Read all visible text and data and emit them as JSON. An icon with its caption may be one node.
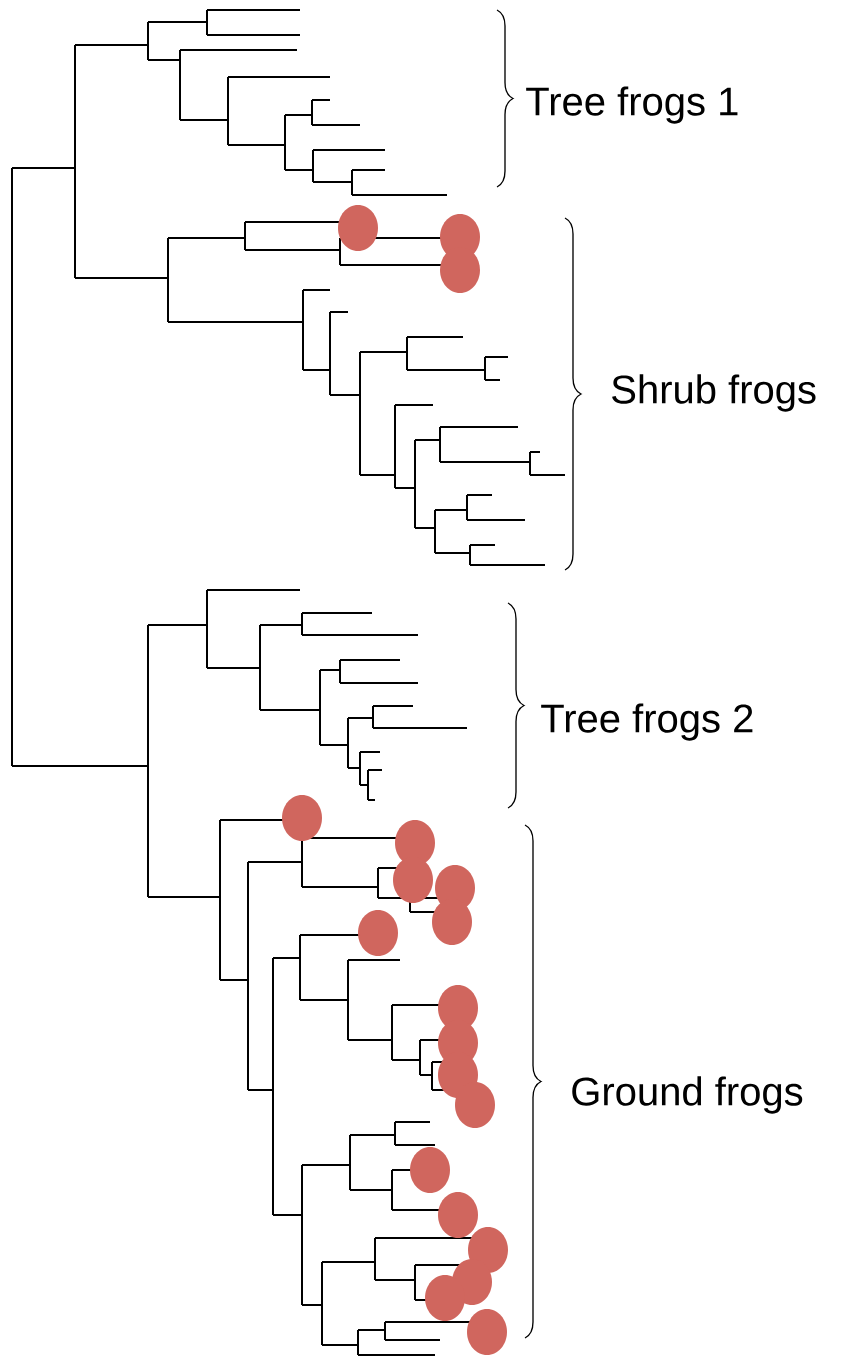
{
  "diagram": {
    "labels": [
      "Tree frogs 1",
      "Shrub frogs",
      "Tree frogs 2",
      "Ground frogs"
    ]
  }
}
